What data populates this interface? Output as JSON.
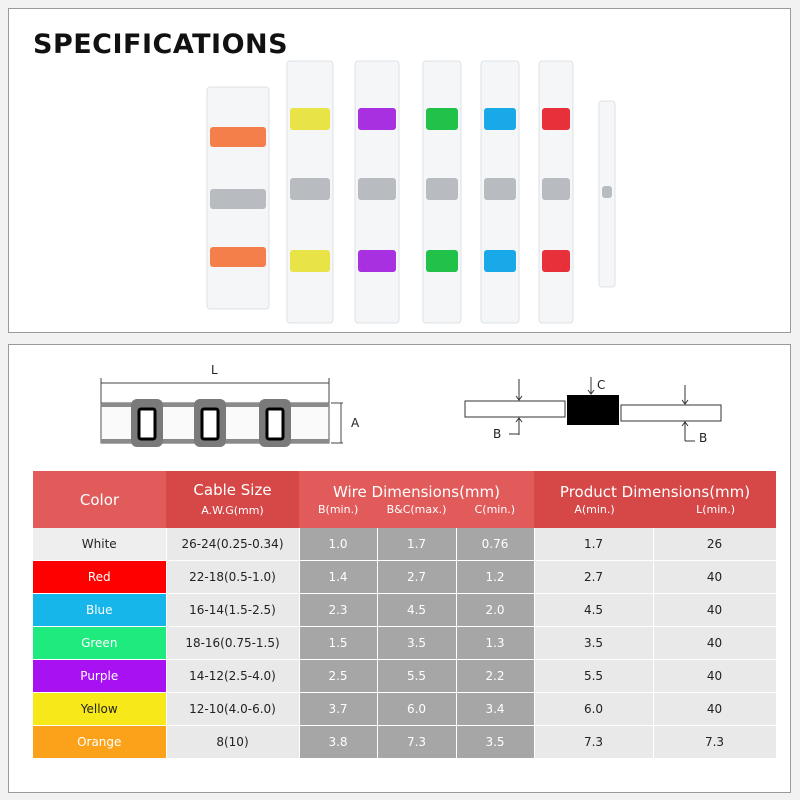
{
  "title": "SPECIFICATIONS",
  "diagram": {
    "label_L": "L",
    "label_A": "A",
    "label_B1": "B",
    "label_B2": "B",
    "label_C": "C"
  },
  "tubes": [
    {
      "color": "#f47f4a"
    },
    {
      "color": "#e8e447"
    },
    {
      "color": "#a830e0"
    },
    {
      "color": "#22c24a"
    },
    {
      "color": "#19a8e8"
    },
    {
      "color": "#e8303a"
    },
    {
      "color": "#c8c8c8"
    }
  ],
  "table": {
    "headers": {
      "color": "Color",
      "cable_size": "Cable Size",
      "cable_size_sub": "A.W.G(mm)",
      "wire_dims": "Wire Dimensions(mm)",
      "wire_b": "B(min.)",
      "wire_bc": "B&C(max.)",
      "wire_c": "C(min.)",
      "product_dims": "Product Dimensions(mm)",
      "prod_a": "A(min.)",
      "prod_l": "L(min.)"
    },
    "rows": [
      {
        "color": "White",
        "swatch": "#eeeeee",
        "text_color": "#222222",
        "size": "26-24(0.25-0.34)",
        "b": "1.0",
        "bc": "1.7",
        "c": "0.76",
        "a": "1.7",
        "l": "26"
      },
      {
        "color": "Red",
        "swatch": "#ff0000",
        "text_color": "#ffffff",
        "size": "22-18(0.5-1.0)",
        "b": "1.4",
        "bc": "2.7",
        "c": "1.2",
        "a": "2.7",
        "l": "40"
      },
      {
        "color": "Blue",
        "swatch": "#16b6ea",
        "text_color": "#ffffff",
        "size": "16-14(1.5-2.5)",
        "b": "2.3",
        "bc": "4.5",
        "c": "2.0",
        "a": "4.5",
        "l": "40"
      },
      {
        "color": "Green",
        "swatch": "#1eea7e",
        "text_color": "#ffffff",
        "size": "18-16(0.75-1.5)",
        "b": "1.5",
        "bc": "3.5",
        "c": "1.3",
        "a": "3.5",
        "l": "40"
      },
      {
        "color": "Purple",
        "swatch": "#a812f2",
        "text_color": "#ffffff",
        "size": "14-12(2.5-4.0)",
        "b": "2.5",
        "bc": "5.5",
        "c": "2.2",
        "a": "5.5",
        "l": "40"
      },
      {
        "color": "Yellow",
        "swatch": "#f7e81a",
        "text_color": "#222222",
        "size": "12-10(4.0-6.0)",
        "b": "3.7",
        "bc": "6.0",
        "c": "3.4",
        "a": "6.0",
        "l": "40"
      },
      {
        "color": "Orange",
        "swatch": "#fba21a",
        "text_color": "#ffffff",
        "size": "8(10)",
        "b": "3.8",
        "bc": "7.3",
        "c": "3.5",
        "a": "7.3",
        "l": "7.3"
      }
    ]
  }
}
